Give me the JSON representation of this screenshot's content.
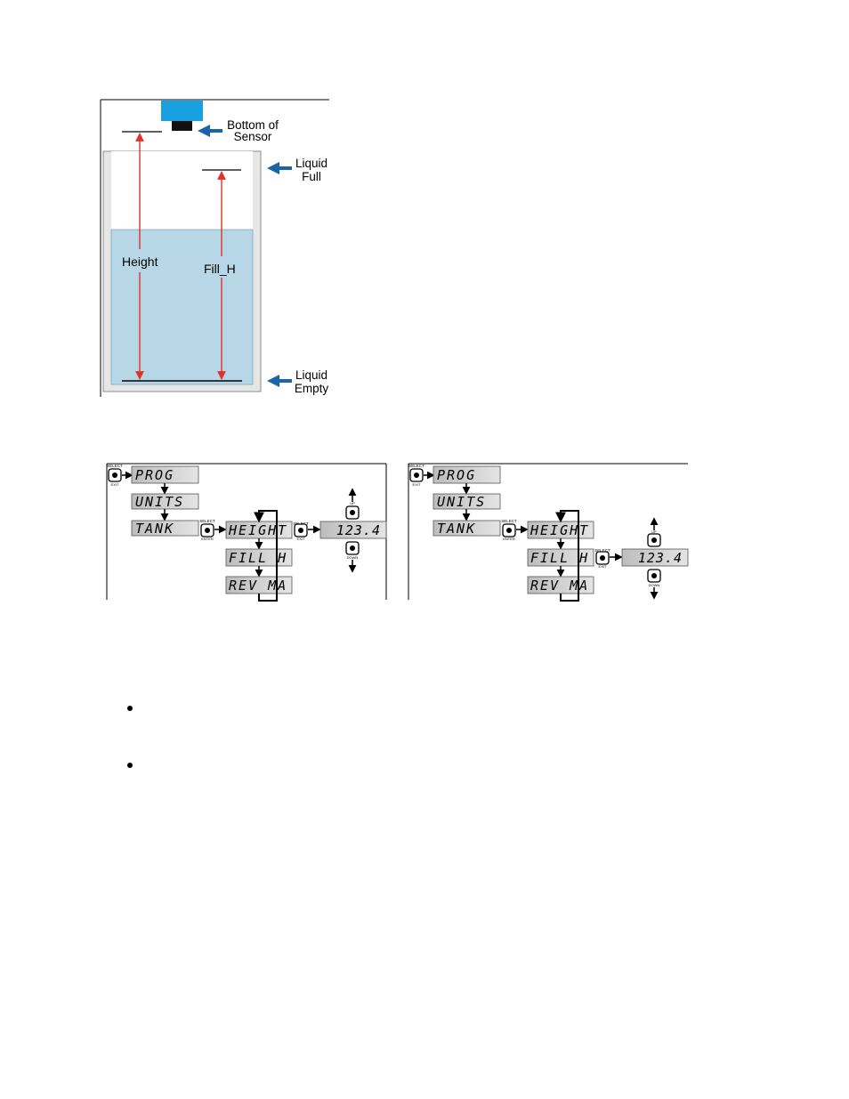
{
  "tank_diagram": {
    "label_sensor_line1": "Bottom of",
    "label_sensor_line2": "Sensor",
    "label_full_line1": "Liquid",
    "label_full_line2": "Full",
    "label_height": "Height",
    "label_fill": "Fill_H",
    "label_empty_line1": "Liquid",
    "label_empty_line2": "Empty",
    "colors": {
      "sensor": "#19a0e0",
      "liquid": "#b8d7e6",
      "wall": "#e6e6e6",
      "arrow_red": "#e0312c",
      "arrow_blue": "#1a64a8"
    }
  },
  "menu_flows": [
    {
      "select_top": "SELECT",
      "select_bottom": "EXIT",
      "prog": "PROG",
      "units": "UNITS",
      "tank": "TANK",
      "select2_top": "SELECT",
      "select2_bottom": "ENTER",
      "height": "HEIGHT",
      "fill": "FILL H",
      "rev": "REV MA",
      "select3_top": "SELECT",
      "select3_bottom": "EXIT",
      "value": "123.4",
      "up": "UP",
      "down": "DOWN"
    },
    {
      "select_top": "SELECT",
      "select_bottom": "EXIT",
      "prog": "PROG",
      "units": "UNITS",
      "tank": "TANK",
      "select2_top": "SELECT",
      "select2_bottom": "ENTER",
      "height": "HEIGHT",
      "fill": "FILL H",
      "rev": "REV MA",
      "select3_top": "SELECT",
      "select3_bottom": "EXIT",
      "value": "123.4",
      "up": "UP",
      "down": "DOWN"
    }
  ]
}
